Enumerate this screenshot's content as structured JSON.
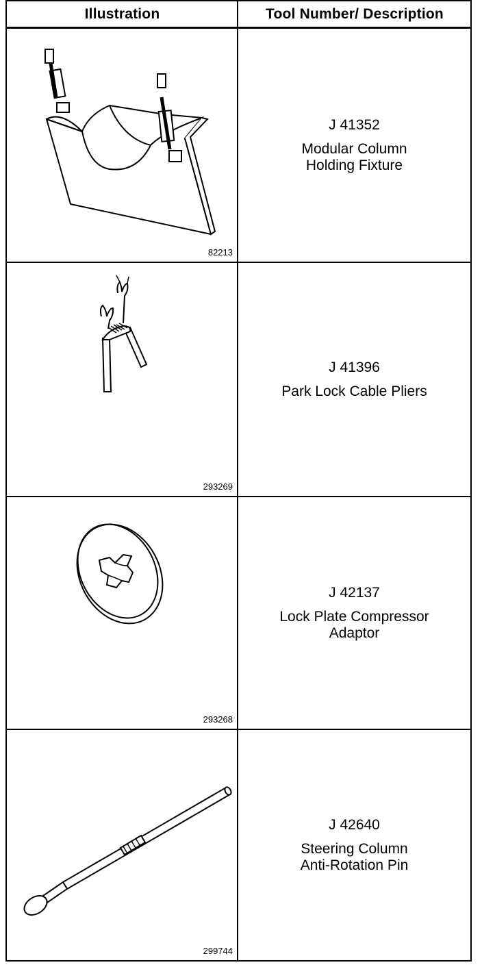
{
  "header": {
    "illustration": "Illustration",
    "description": "Tool Number/ Description"
  },
  "tools": [
    {
      "figure_id": "82213",
      "number": "J 41352",
      "desc": [
        "Modular Column",
        "Holding Fixture"
      ],
      "icon": "column-holding-fixture-illustration"
    },
    {
      "figure_id": "293269",
      "number": "J 41396",
      "desc": [
        "Park Lock Cable Pliers"
      ],
      "icon": "cable-pliers-illustration"
    },
    {
      "figure_id": "293268",
      "number": "J 42137",
      "desc": [
        "Lock Plate Compressor",
        "Adaptor"
      ],
      "icon": "compressor-adaptor-illustration"
    },
    {
      "figure_id": "299744",
      "number": "J 42640",
      "desc": [
        "Steering Column",
        "Anti-Rotation Pin"
      ],
      "icon": "anti-rotation-pin-illustration"
    }
  ]
}
